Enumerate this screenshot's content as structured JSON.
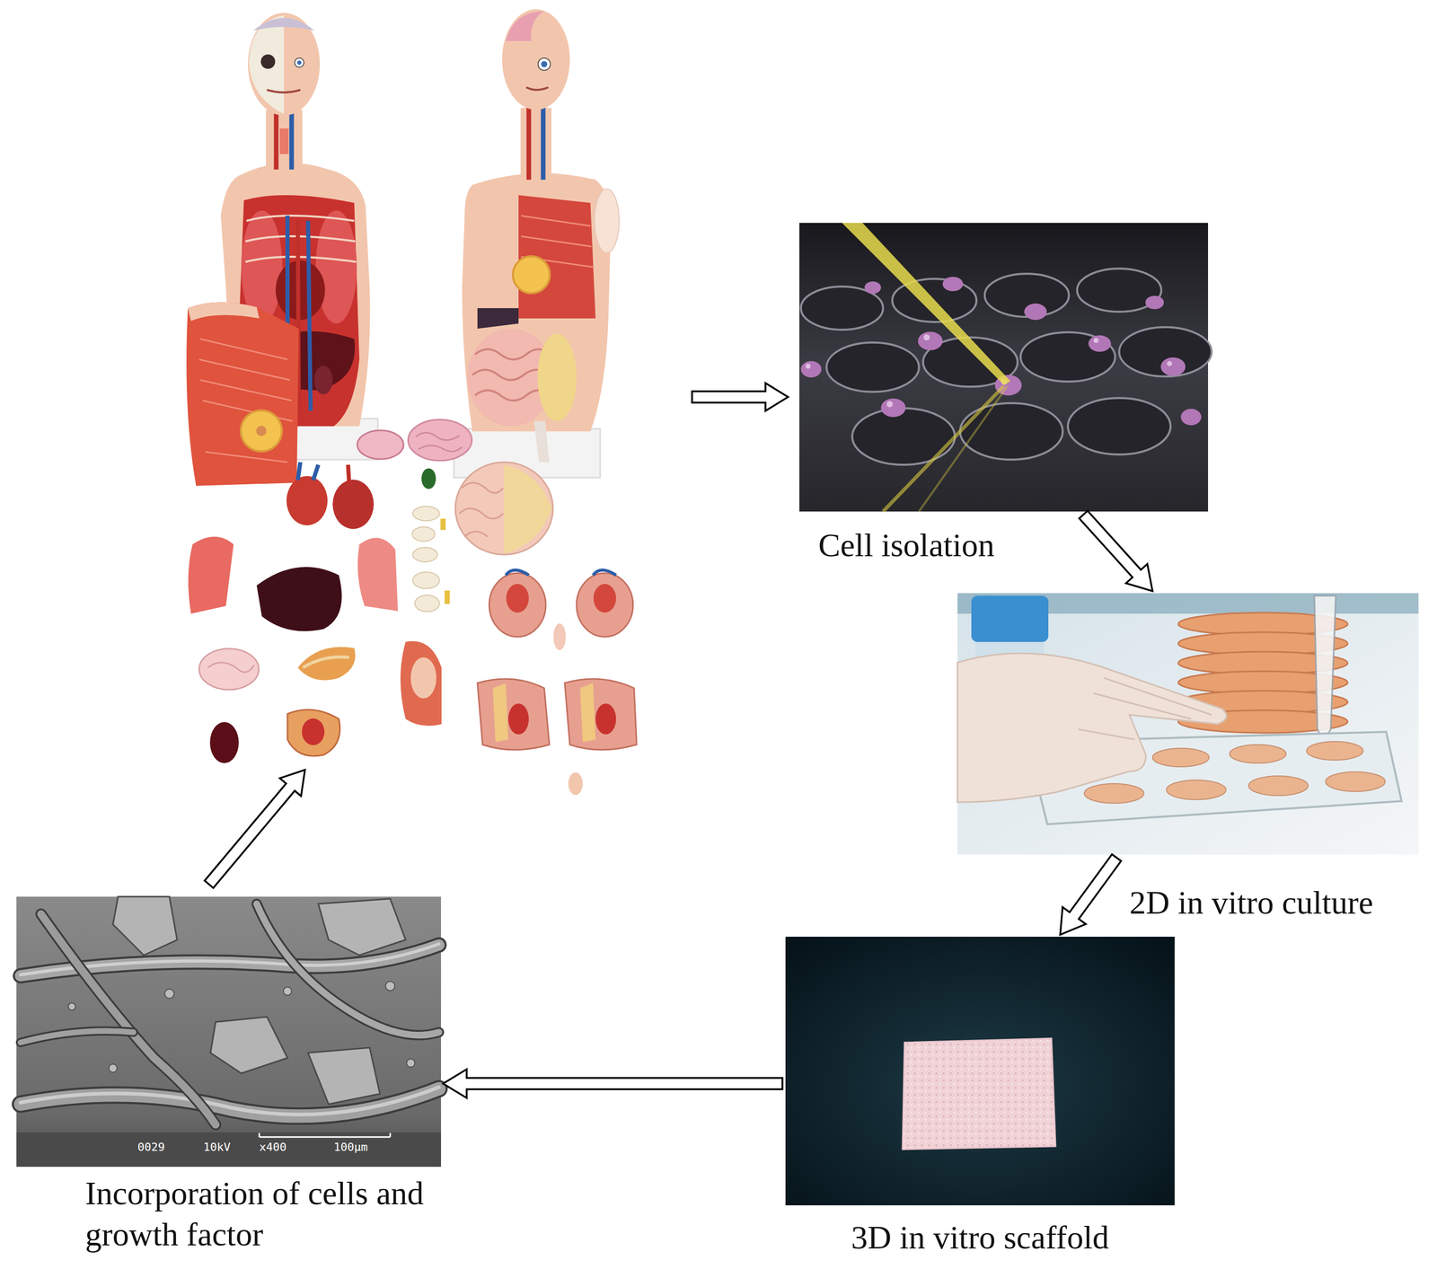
{
  "diagram": {
    "nodes": [
      {
        "text": [
          "Cell isolation"
        ]
      },
      {
        "text": [
          "2D in vitro culture"
        ]
      },
      {
        "text": [
          "3D in vitro scaffold"
        ]
      },
      {
        "text": [
          "Incorporation of cells and growth factor"
        ]
      }
    ],
    "edges": [
      {
        "from": 0,
        "to": 1,
        "arrow": "to"
      },
      {
        "from": 1,
        "to": 2,
        "arrow": "to"
      },
      {
        "from": 2,
        "to": 3,
        "arrow": "to"
      }
    ],
    "labels": [
      "0029",
      "10kV",
      "x400",
      "100μm"
    ]
  }
}
